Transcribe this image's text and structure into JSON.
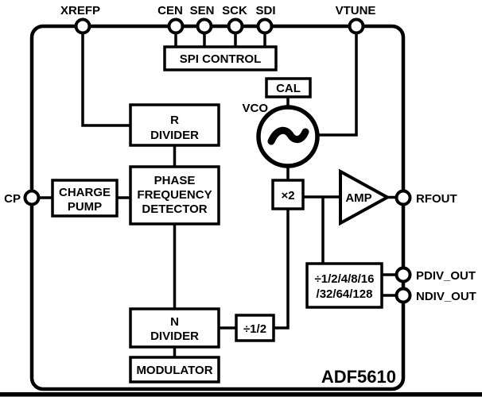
{
  "figure": {
    "part_number": "ADF5610",
    "pins": {
      "xrefp": "XREFP",
      "cen": "CEN",
      "sen": "SEN",
      "sck": "SCK",
      "sdi": "SDI",
      "vtune": "VTUNE",
      "cp": "CP",
      "rfout": "RFOUT",
      "pdiv_out": "PDIV_OUT",
      "ndiv_out": "NDIV_OUT"
    },
    "blocks": {
      "spi_control": "SPI CONTROL",
      "cal": "CAL",
      "vco_label": "VCO",
      "r_divider": [
        "R",
        "DIVIDER"
      ],
      "pfd": [
        "PHASE",
        "FREQUENCY",
        "DETECTOR"
      ],
      "charge_pump": [
        "CHARGE",
        "PUMP"
      ],
      "n_divider": [
        "N",
        "DIVIDER"
      ],
      "modulator": "MODULATOR",
      "frequency_doubler": "×2",
      "amp": "AMP",
      "div_half": "÷1/2",
      "output_divider": [
        "÷1/2/4/8/16",
        "/32/64/128"
      ]
    },
    "colors": {
      "ink": "#000000",
      "background": "#ffffff"
    }
  }
}
